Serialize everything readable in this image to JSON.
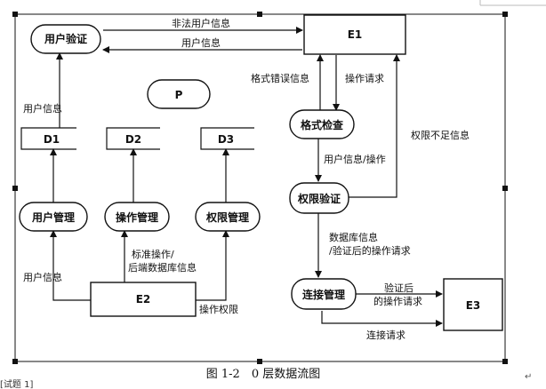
{
  "caption": "图 1-2　0 层数据流图",
  "corner_text": "[试题 1]",
  "nodes": {
    "user_auth": "用户验证",
    "p": "P",
    "e1": "E1",
    "format_check": "格式检查",
    "perm_check": "权限验证",
    "conn_mgmt": "连接管理",
    "e3": "E3",
    "d1": "D1",
    "d2": "D2",
    "d3": "D3",
    "user_mgmt": "用户管理",
    "op_mgmt": "操作管理",
    "perm_mgmt": "权限管理",
    "e2": "E2"
  },
  "edges": {
    "illegal_user_info": "非法用户信息",
    "user_info_top": "用户信息",
    "format_error": "格式错误信息",
    "op_request": "操作请求",
    "insufficient_perm": "权限不足信息",
    "user_info_op": "用户信息/操作",
    "user_info_left": "用户信息",
    "db_info_line1": "数据库信息",
    "db_info_line2": "/验证后的操作请求",
    "verified_line1": "验证后",
    "verified_line2": "的操作请求",
    "conn_request": "连接请求",
    "std_op_line1": "标准操作/",
    "std_op_line2": "后端数据库信息",
    "user_info_e2": "用户信息",
    "op_perm": "操作权限"
  }
}
